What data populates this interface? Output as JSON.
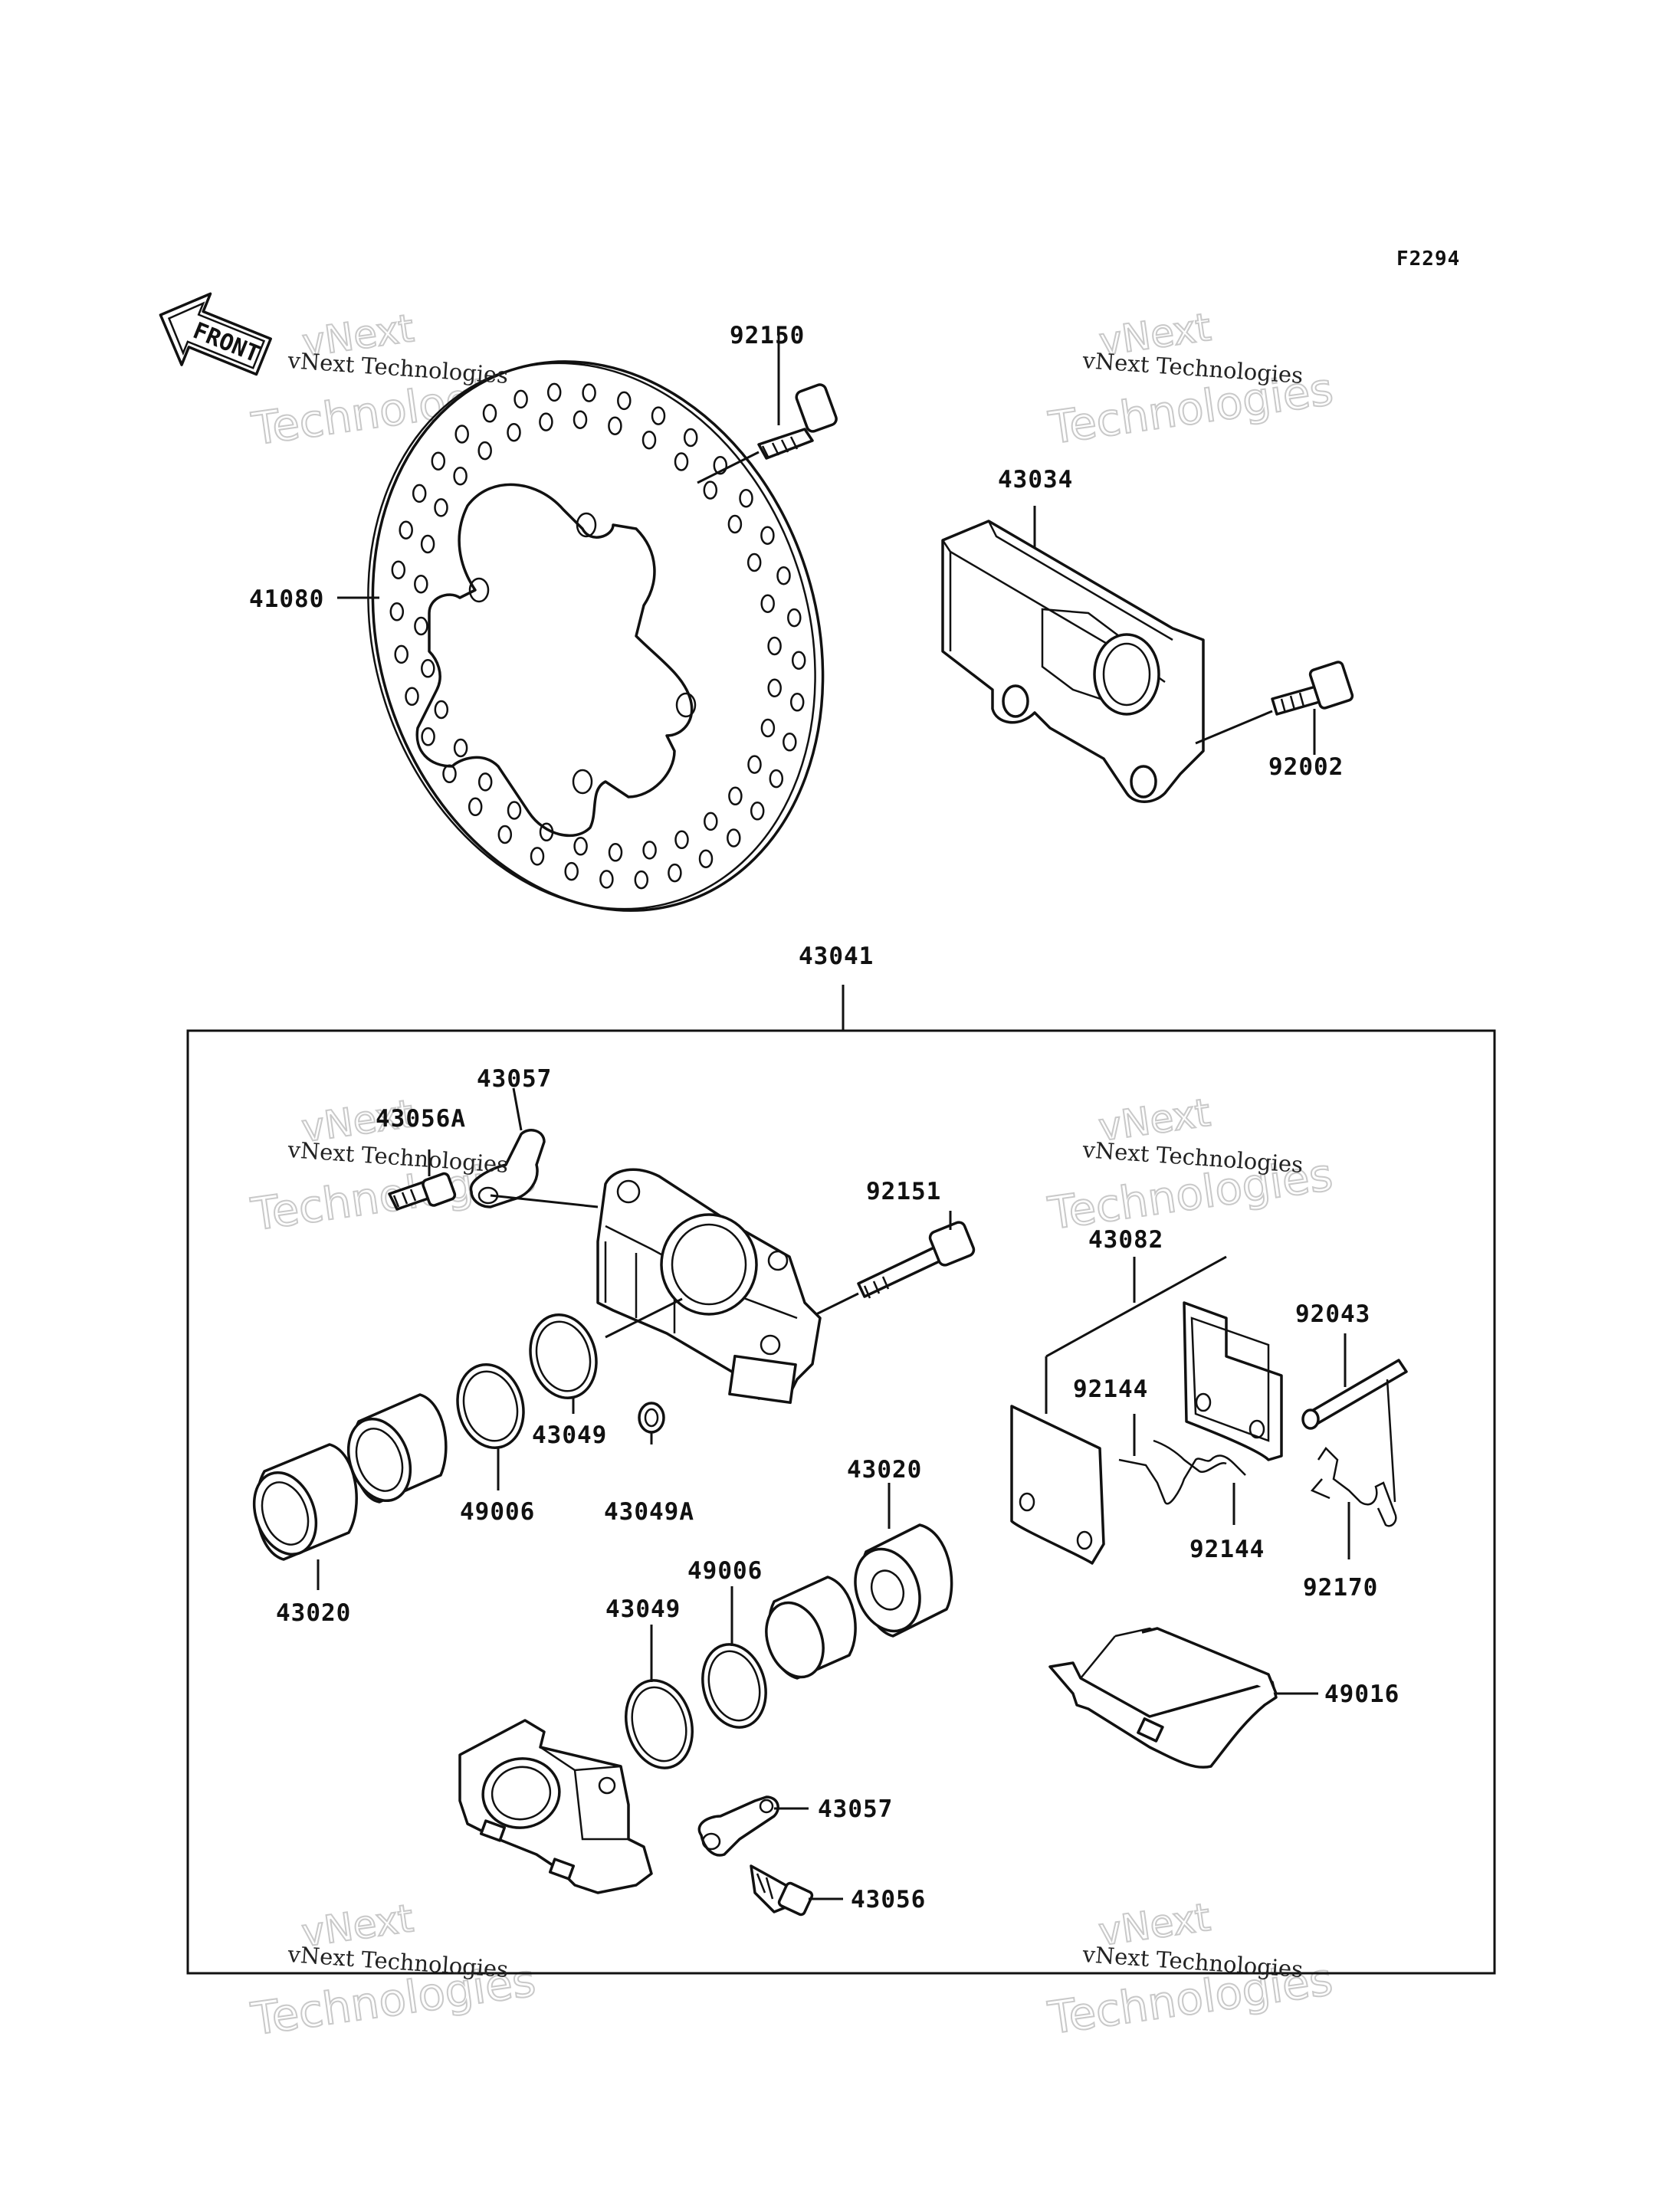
{
  "figure_id": "F2294",
  "front_arrow": {
    "label": "FRONT"
  },
  "watermark": {
    "small": "vNext Technologies",
    "line1": "vNext",
    "line2": "Technologies"
  },
  "parts": [
    {
      "id": "p-92150",
      "number": "92150"
    },
    {
      "id": "p-41080",
      "number": "41080"
    },
    {
      "id": "p-43034",
      "number": "43034"
    },
    {
      "id": "p-92002",
      "number": "92002"
    },
    {
      "id": "p-43041",
      "number": "43041"
    },
    {
      "id": "p-43057a",
      "number": "43057"
    },
    {
      "id": "p-43056a",
      "number": "43056A"
    },
    {
      "id": "p-92151",
      "number": "92151"
    },
    {
      "id": "p-43082",
      "number": "43082"
    },
    {
      "id": "p-92043",
      "number": "92043"
    },
    {
      "id": "p-92144a",
      "number": "92144"
    },
    {
      "id": "p-92144b",
      "number": "92144"
    },
    {
      "id": "p-92170",
      "number": "92170"
    },
    {
      "id": "p-43049a",
      "number": "43049"
    },
    {
      "id": "p-49006a",
      "number": "49006"
    },
    {
      "id": "p-43049A",
      "number": "43049A"
    },
    {
      "id": "p-43020a",
      "number": "43020"
    },
    {
      "id": "p-43020b",
      "number": "43020"
    },
    {
      "id": "p-49006b",
      "number": "49006"
    },
    {
      "id": "p-43049b",
      "number": "43049"
    },
    {
      "id": "p-49016",
      "number": "49016"
    },
    {
      "id": "p-43057b",
      "number": "43057"
    },
    {
      "id": "p-43056",
      "number": "43056"
    }
  ]
}
